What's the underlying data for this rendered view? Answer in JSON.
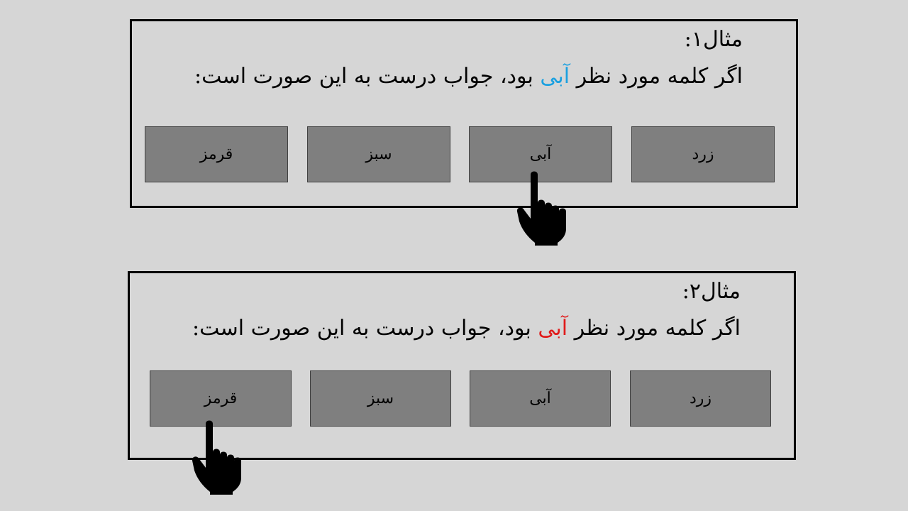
{
  "colors": {
    "background": "#d6d6d6",
    "button_fill": "#7f7f7f",
    "highlight_example1": "#1aa0e0",
    "highlight_example2": "#e01b1b"
  },
  "example1": {
    "title": "مثال۱:",
    "sentence_before": "اگر کلمه مورد نظر ",
    "highlight_word": "آبی",
    "sentence_after": " بود، جواب درست به این صورت است:",
    "options": {
      "red": "قرمز",
      "green": "سبز",
      "blue": "آبی",
      "yellow": "زرد"
    },
    "pointer_icon": "pointing-hand-icon"
  },
  "example2": {
    "title": "مثال۲:",
    "sentence_before": "اگر کلمه مورد نظر ",
    "highlight_word": "آبی",
    "sentence_after": " بود، جواب درست به این صورت است:",
    "options": {
      "red": "قرمز",
      "green": "سبز",
      "blue": "آبی",
      "yellow": "زرد"
    },
    "pointer_icon": "pointing-hand-icon"
  }
}
